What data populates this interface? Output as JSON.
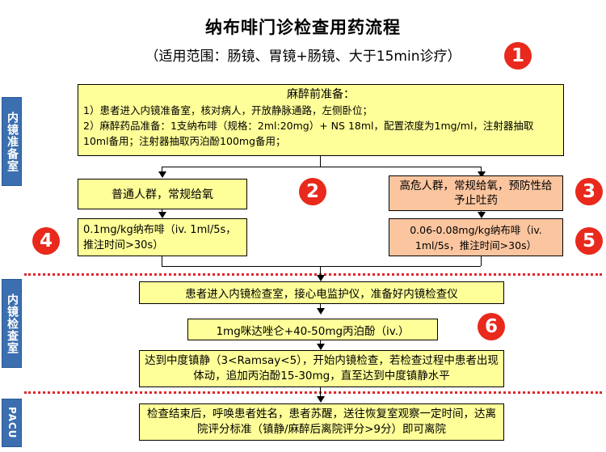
{
  "title": "纳布啡门诊检查用药流程",
  "subtitle": "（适用范围：肠镜、胃镜+肠镜、大于15min诊疗）",
  "side_labels": {
    "prep": "内镜准备室",
    "exam": "内镜检查室",
    "pacu": "PACU"
  },
  "badges": [
    "1",
    "2",
    "3",
    "4",
    "5",
    "6"
  ],
  "boxes": {
    "pre_anesthesia_title": "麻醉前准备：",
    "pre_anesthesia_line1": "1）患者进入内镜准备室，核对病人，开放静脉通路，左侧卧位；",
    "pre_anesthesia_line2": "2）麻醉药品准备：1支纳布啡（规格：2ml:20mg）+ NS 18ml，配置浓度为1mg/ml，注射器抽取10ml备用；注射器抽取丙泊酚100mg备用；",
    "normal_group": "普通人群，常规给氧",
    "high_risk_group": "高危人群，常规给氧，预防性给予止吐药",
    "normal_dose": "0.1mg/kg纳布啡（iv. 1ml/5s，推注时间>30s）",
    "high_risk_dose": "0.06-0.08mg/kg纳布啡（iv. 1ml/5s，推注时间>30s）",
    "enter_exam": "患者进入内镜检查室，接心电监护仪，准备好内镜检查仪",
    "midazolam": "1mg咪达唑仑+40-50mg丙泊酚（iv.）",
    "sedation": "达到中度镇静（3<Ramsay<5），开始内镜检查，若检查过程中患者出现体动，追加丙泊酚15-30mg，直至达到中度镇静水平",
    "recovery": "检查结束后，呼唤患者姓名，患者苏醒，送往恢复室观察一定时间，达离院评分标准（镇静/麻醉后离院评分>9分）即可离院"
  },
  "colors": {
    "box_yellow": "#ffff99",
    "box_orange": "#fbc59f",
    "badge_red": "#e8291c",
    "side_blue": "#3b6fb0",
    "divider_red": "#e0262a"
  }
}
